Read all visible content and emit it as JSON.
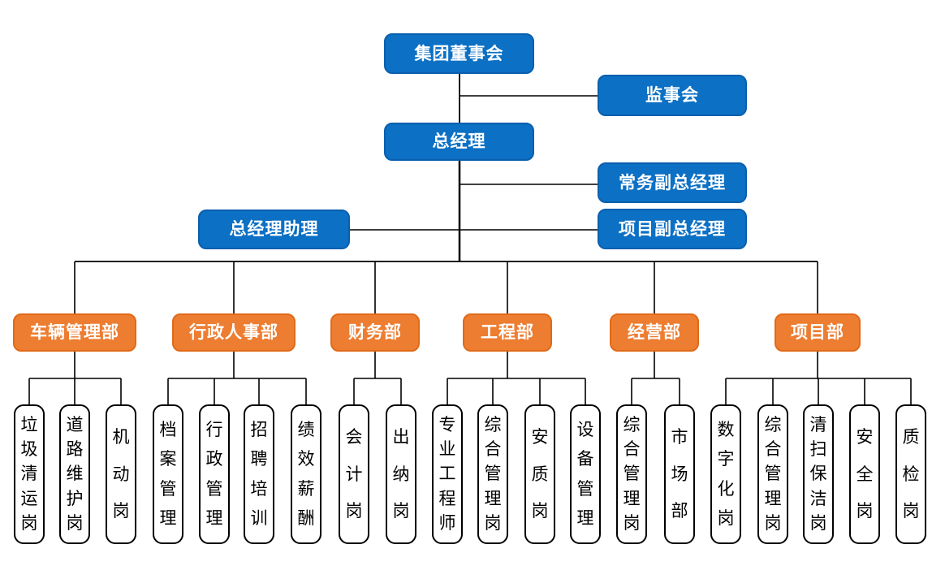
{
  "org_chart": {
    "executives": {
      "board": "集团董事会",
      "supervisory": "监事会",
      "general_manager": "总经理",
      "deputy_gm_executive": "常务副总经理",
      "gm_assistant": "总经理助理",
      "deputy_gm_project": "项目副总经理"
    },
    "departments": [
      {
        "name": "车辆管理部",
        "positions": [
          "垃圾清运岗",
          "道路维护岗",
          "机动岗"
        ]
      },
      {
        "name": "行政人事部",
        "positions": [
          "档案管理",
          "行政管理",
          "招聘培训",
          "绩效薪酬"
        ]
      },
      {
        "name": "财务部",
        "positions": [
          "会计岗",
          "出纳岗"
        ]
      },
      {
        "name": "工程部",
        "positions": [
          "专业工程师",
          "综合管理岗",
          "安质岗",
          "设备管理"
        ]
      },
      {
        "name": "经营部",
        "positions": [
          "综合管理岗",
          "市场部"
        ]
      },
      {
        "name": "项目部",
        "positions": [
          "数字化岗",
          "综合管理岗",
          "清扫保洁岗",
          "安全岗",
          "质检岗"
        ]
      }
    ],
    "colors": {
      "executive_fill": "#0c70c4",
      "executive_border": "#0a5fae",
      "department_fill": "#ed7d31",
      "department_border": "#e06a18",
      "position_border": "#000000",
      "connector": "#000000",
      "background": "#ffffff"
    }
  }
}
